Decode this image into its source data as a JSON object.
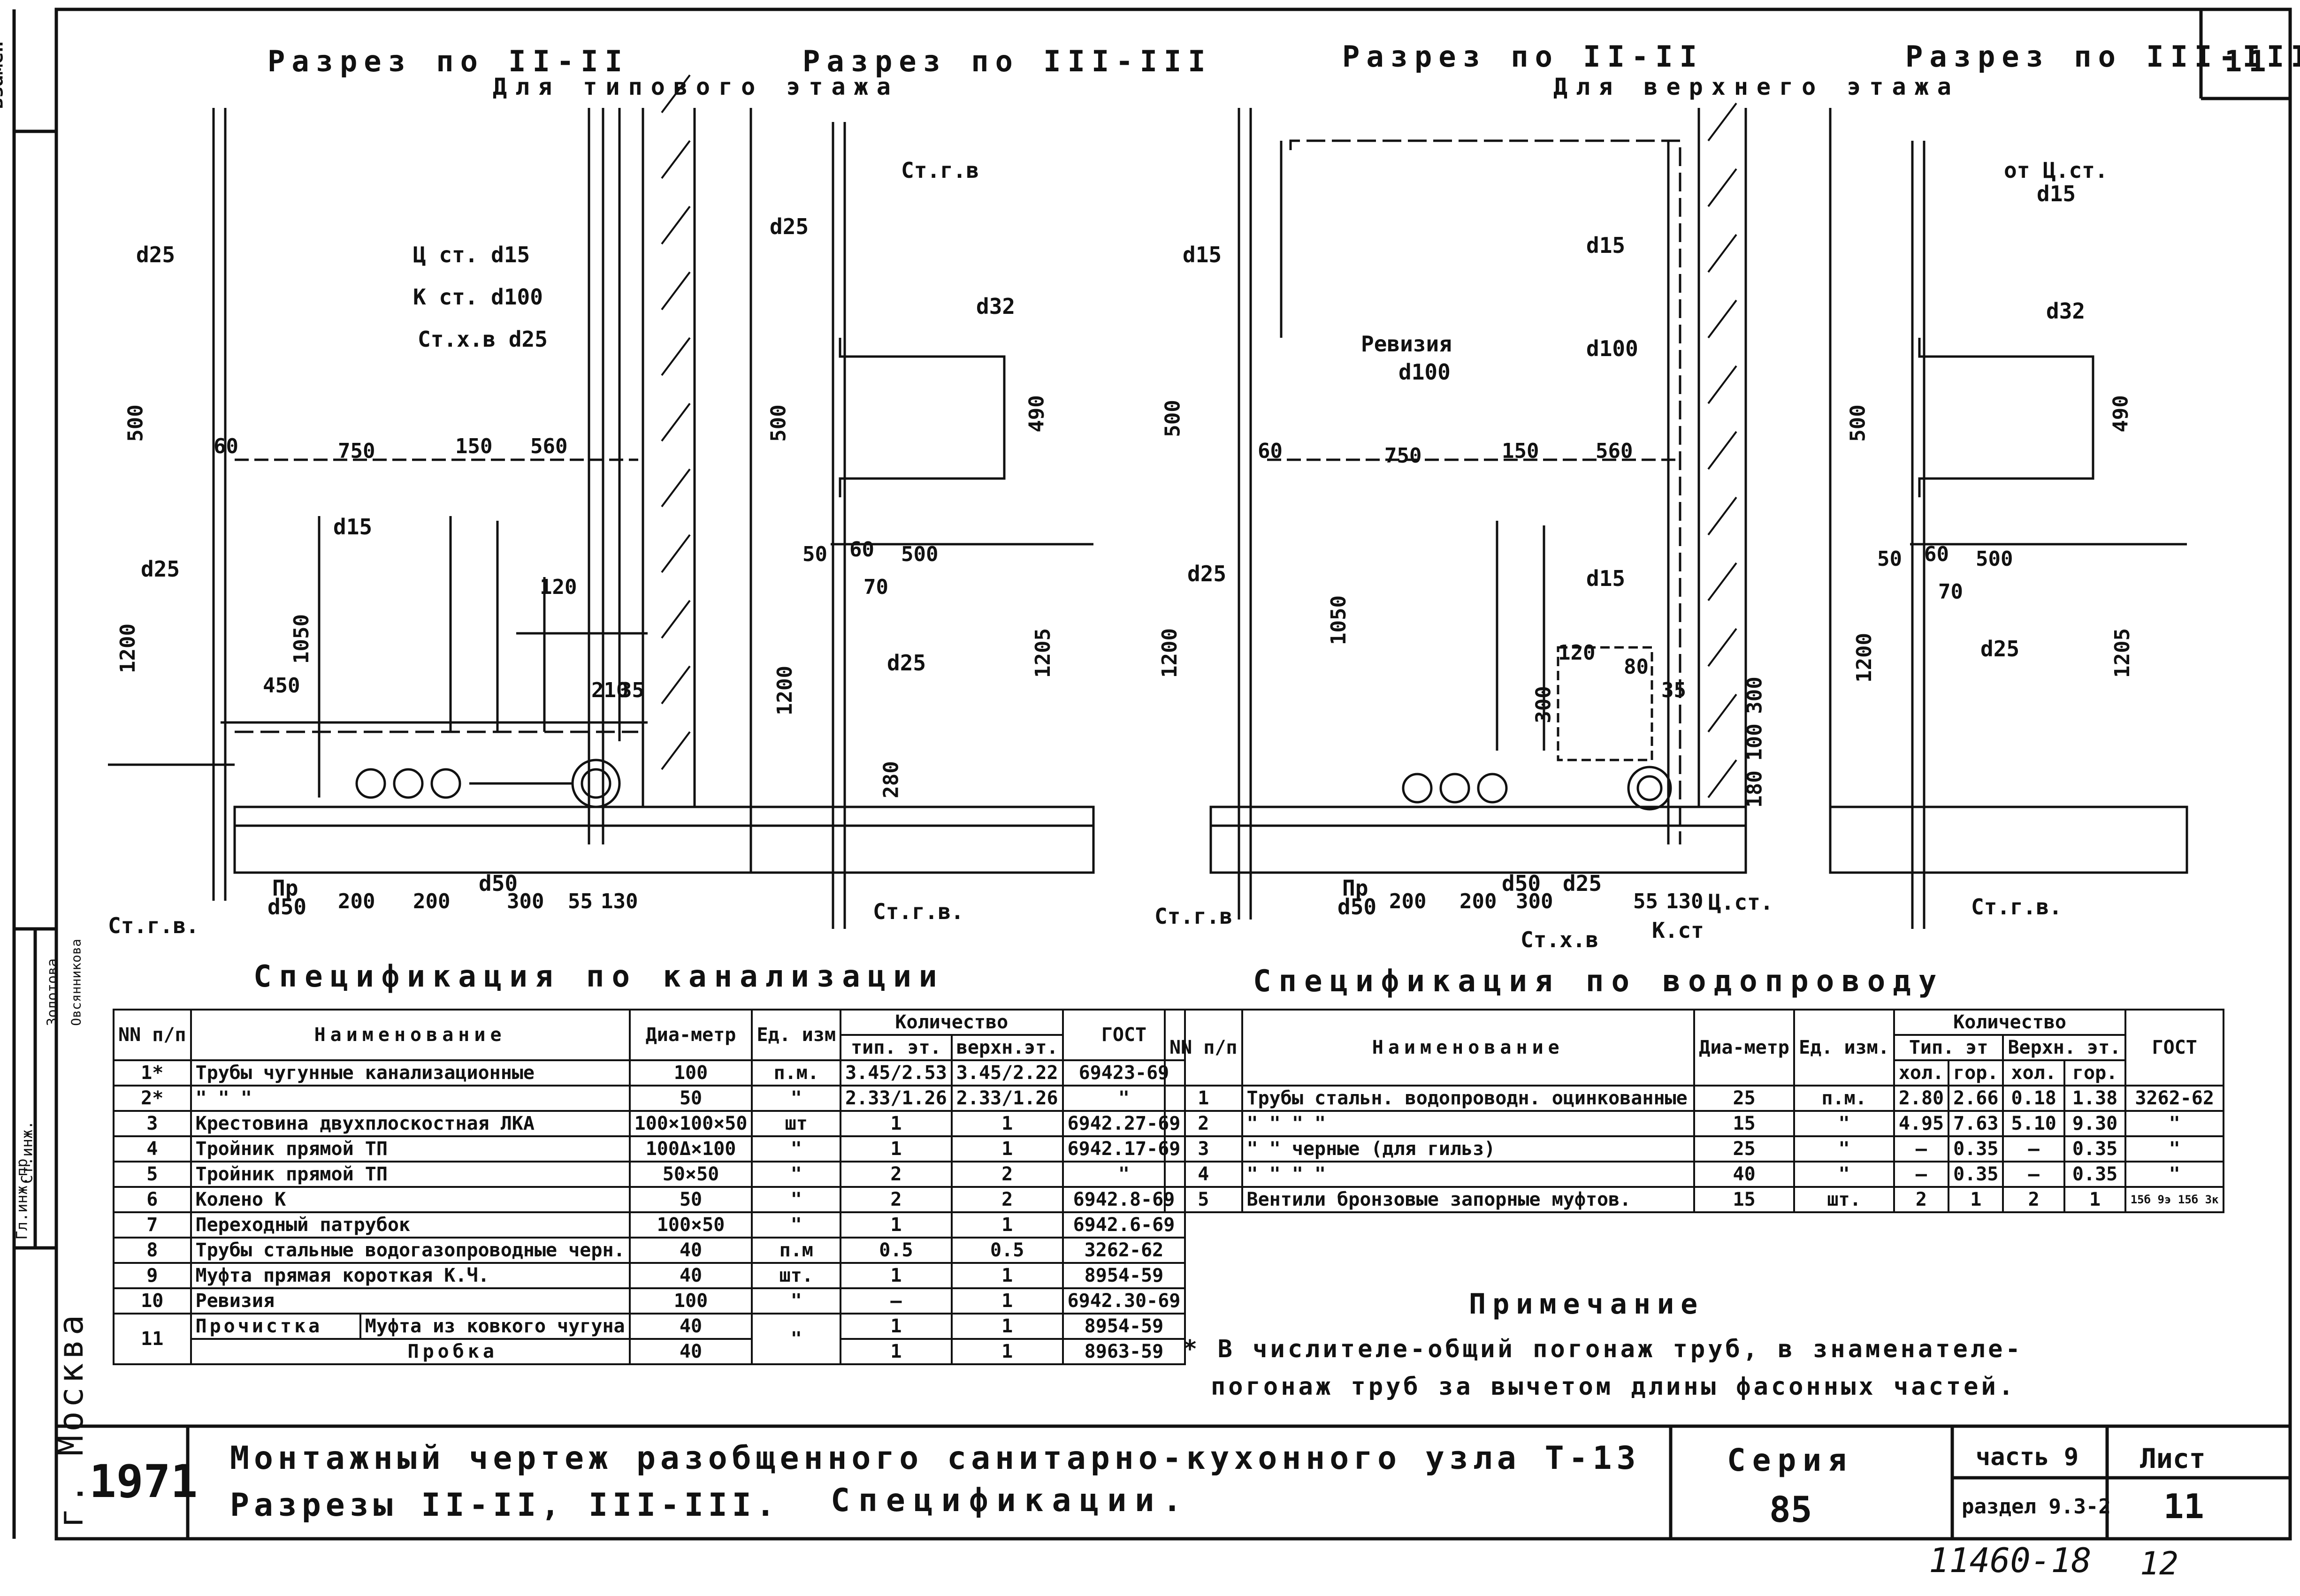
{
  "sections": {
    "s1_title": "Разрез по II-II",
    "s1_sub": "Для типового этажа",
    "s2_title": "Разрез по III-III",
    "s3_title": "Разрез по II-II",
    "s3_sub": "Для верхнего этажа",
    "s4_title": "Разрез по III-III",
    "sheet_corner": "11"
  },
  "labels": {
    "d25": "d25",
    "d15": "d15",
    "d32": "d32",
    "d50": "d50",
    "d100": "d100",
    "ts_d15": "Ц ст. d15",
    "k_d100": "К ст. d100",
    "stxv_d25": "Ст.х.в d25",
    "stgv": "Ст.г.в.",
    "stgv2": "Ст.г.в",
    "ot_ts": "от Ц.ст.",
    "revizia": "Ревизия",
    "pr": "Пр",
    "stxv": "Ст.х.в",
    "kst": "К.ст",
    "tsst": "Ц.ст.",
    "dims": {
      "500": "500",
      "750": "750",
      "150": "150",
      "560": "560",
      "60": "60",
      "1050": "1050",
      "450": "450",
      "1200": "1200",
      "120": "120",
      "210": "210",
      "35": "35",
      "200": "200",
      "300": "300",
      "55": "55",
      "130": "130",
      "490": "490",
      "50": "50",
      "1205": "1205",
      "280": "280",
      "70": "70",
      "180": "180",
      "100": "100",
      "80": "80"
    }
  },
  "sewer_spec": {
    "title": "Спецификация по канализации",
    "headers": {
      "nn": "NN п/п",
      "name": "Наименование",
      "diam": "Диа-метр",
      "unit": "Ед. изм",
      "qty": "Количество",
      "typ": "тип. эт.",
      "top": "верхн.эт.",
      "gost": "ГОСТ"
    },
    "rows": [
      {
        "n": "1*",
        "name": "Трубы чугунные канализационные",
        "diam": "100",
        "unit": "п.м.",
        "typ": "3.45/2.53",
        "top": "3.45/2.22",
        "gost": "69423-69"
      },
      {
        "n": "2*",
        "name": "\"            \"                \"",
        "diam": "50",
        "unit": "\"",
        "typ": "2.33/1.26",
        "top": "2.33/1.26",
        "gost": "\""
      },
      {
        "n": "3",
        "name": "Крестовина двухплоскостная ЛКА",
        "diam": "100×100×50",
        "unit": "шт",
        "typ": "1",
        "top": "1",
        "gost": "6942.27-69"
      },
      {
        "n": "4",
        "name": "Тройник прямой ТП",
        "diam": "100Δ×100",
        "unit": "\"",
        "typ": "1",
        "top": "1",
        "gost": "6942.17-69"
      },
      {
        "n": "5",
        "name": "Тройник прямой ТП",
        "diam": "50×50",
        "unit": "\"",
        "typ": "2",
        "top": "2",
        "gost": "\""
      },
      {
        "n": "6",
        "name": "Колено К",
        "diam": "50",
        "unit": "\"",
        "typ": "2",
        "top": "2",
        "gost": "6942.8-69"
      },
      {
        "n": "7",
        "name": "Переходный патрубок",
        "diam": "100×50",
        "unit": "\"",
        "typ": "1",
        "top": "1",
        "gost": "6942.6-69"
      },
      {
        "n": "8",
        "name": "Трубы стальные водогазопроводные черн.",
        "diam": "40",
        "unit": "п.м",
        "typ": "0.5",
        "top": "0.5",
        "gost": "3262-62"
      },
      {
        "n": "9",
        "name": "Муфта прямая короткая К.Ч.",
        "diam": "40",
        "unit": "шт.",
        "typ": "1",
        "top": "1",
        "gost": "8954-59"
      },
      {
        "n": "10",
        "name": "Ревизия",
        "diam": "100",
        "unit": "\"",
        "typ": "—",
        "top": "1",
        "gost": "6942.30-69"
      }
    ],
    "row11": {
      "n": "11",
      "name": "Прочистка",
      "sub1": "Муфта из ковкого чугуна",
      "sub2": "Пробка",
      "diam1": "40",
      "diam2": "40",
      "unit": "\"",
      "typ1": "1",
      "top1": "1",
      "gost1": "8954-59",
      "typ2": "1",
      "top2": "1",
      "gost2": "8963-59"
    }
  },
  "water_spec": {
    "title": "Спецификация по водопроводу",
    "headers": {
      "nn": "NN п/п",
      "name": "Наименование",
      "diam": "Диа-метр",
      "unit": "Ед. изм.",
      "qty": "Количество",
      "typ": "Тип. эт",
      "top": "Верхн. эт.",
      "cold": "хол.",
      "hot": "гор.",
      "gost": "ГОСТ"
    },
    "rows": [
      {
        "n": "1",
        "name": "Трубы стальн. водопроводн. оцинкованные",
        "diam": "25",
        "unit": "п.м.",
        "tc": "2.80",
        "th": "2.66",
        "uc": "0.18",
        "uh": "1.38",
        "gost": "3262-62"
      },
      {
        "n": "2",
        "name": "\"         \"          \"          \"",
        "diam": "15",
        "unit": "\"",
        "tc": "4.95",
        "th": "7.63",
        "uc": "5.10",
        "uh": "9.30",
        "gost": "\""
      },
      {
        "n": "3",
        "name": "\"    \"  черные (для гильз)",
        "diam": "25",
        "unit": "\"",
        "tc": "—",
        "th": "0.35",
        "uc": "—",
        "uh": "0.35",
        "gost": "\""
      },
      {
        "n": "4",
        "name": "\"     \"     \"     \"",
        "diam": "40",
        "unit": "\"",
        "tc": "—",
        "th": "0.35",
        "uc": "—",
        "uh": "0.35",
        "gost": "\""
      },
      {
        "n": "5",
        "name": "Вентили бронзовые запорные муфтов.",
        "diam": "15",
        "unit": "шт.",
        "tc": "2",
        "th": "1",
        "uc": "2",
        "uh": "1",
        "gost": "15б 9э 15б 3к"
      }
    ]
  },
  "note": {
    "title": "Примечание",
    "line1": "* В числителе-общий погонаж труб, в знаменателе-",
    "line2": "погонаж труб за вычетом длины фасонных частей."
  },
  "stamp": {
    "year": "1971",
    "city": "г. Москва",
    "title1": "Монтажный чертеж разобщенного санитарно-кухонного узла Т-13",
    "title2": "Разрезы II-II, III-III.",
    "title3": "Спецификации.",
    "series_label": "Серия",
    "series": "85",
    "part": "часть 9",
    "section": "раздел 9.3-2",
    "sheet_label": "Лист",
    "sheet": "11",
    "bottom_num": "11460-18",
    "bottom_page": "12"
  },
  "side": {
    "vzamen": "взамен",
    "role1": "Гл.инж.пр",
    "role2": "Ст.инж.",
    "name1": "Золотова",
    "name2": "Овсянникова"
  }
}
